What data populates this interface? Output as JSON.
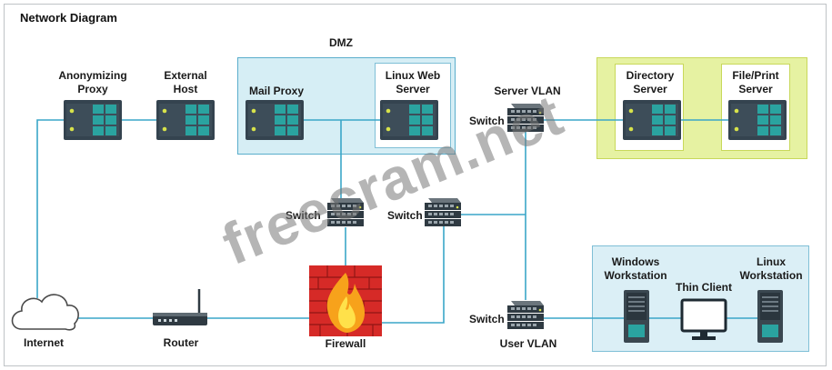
{
  "title": "Network Diagram",
  "zones": {
    "dmz": "DMZ",
    "server_vlan": "Server VLAN",
    "user_vlan": "User VLAN"
  },
  "devices": {
    "anonymizing_proxy": "Anonymizing Proxy",
    "external_host": "External Host",
    "mail_proxy": "Mail Proxy",
    "linux_web_server": "Linux Web Server",
    "directory_server": "Directory Server",
    "file_print_server": "File/Print Server",
    "switch": "Switch",
    "internet": "Internet",
    "router": "Router",
    "firewall": "Firewall",
    "windows_workstation": "Windows Workstation",
    "thin_client": "Thin Client",
    "linux_workstation": "Linux Workstation"
  },
  "watermark": "freecram.net",
  "colors": {
    "link": "#3aa6c8",
    "dmz_fill": "#d6eef5",
    "server_vlan_fill": "#e6f2a2",
    "user_vlan_fill": "#dbeff6",
    "server_teal": "#2aa3a0",
    "server_dark": "#34434f",
    "firewall_brick": "#d62a27"
  }
}
